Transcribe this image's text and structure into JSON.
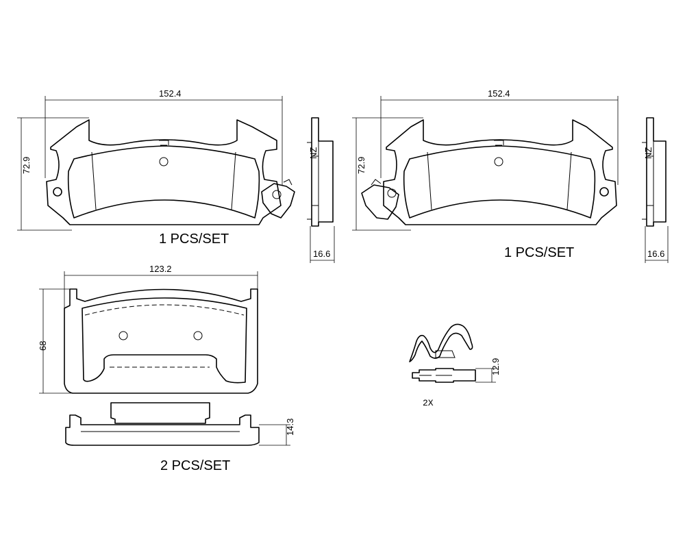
{
  "pad_upper_left": {
    "width_label": "152.4",
    "height_label": "72.9",
    "thickness_label": "16.6",
    "set_label": "1 PCS/SET"
  },
  "pad_upper_right": {
    "width_label": "152.4",
    "height_label": "72.9",
    "thickness_label": "16.6",
    "set_label": "1 PCS/SET"
  },
  "pad_lower": {
    "width_label": "123.2",
    "height_label": "68",
    "thickness_label": "14.3",
    "set_label": "2 PCS/SET"
  },
  "clip": {
    "height_label": "12.9",
    "quantity_label": "2X"
  }
}
